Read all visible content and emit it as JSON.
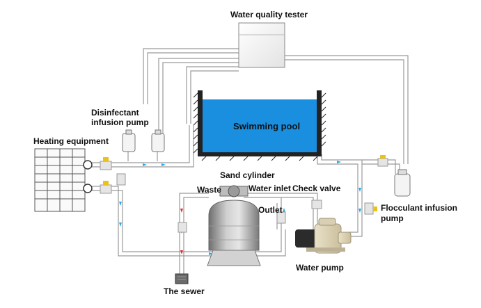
{
  "title": "",
  "labels": {
    "water_quality_tester": "Water quality tester",
    "disinfectant_pump_line1": "Disinfectant",
    "disinfectant_pump_line2": "infusion pump",
    "heating_equipment": "Heating equipment",
    "swimming_pool": "Swimming pool",
    "sand_cylinder": "Sand cylinder",
    "waste": "Waste",
    "water_inlet": "Water inlet",
    "check_valve": "Check valve",
    "outlet": "Outlet",
    "water_pump": "Water pump",
    "flocculant_line1": "Flocculant infusion",
    "flocculant_line2": "pump",
    "the_sewer": "The sewer"
  },
  "colors": {
    "pool_water": "#1a8fe0",
    "pool_wall": "#222222",
    "pipe": "#9a9a9a",
    "pipe_fill": "#f2f2f2",
    "flow_arrow_blue": "#2aa7e8",
    "flow_arrow_red": "#d9302b",
    "valve_yellow": "#e9c21a",
    "tank_gray": "#a8a8a8",
    "heater_grid": "#555555"
  }
}
